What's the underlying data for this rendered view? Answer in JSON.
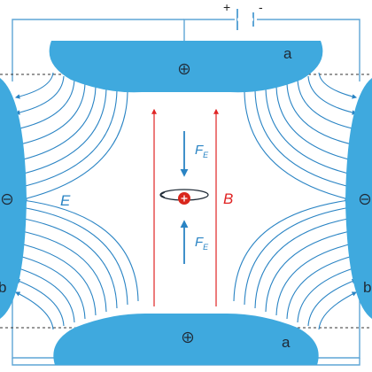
{
  "battery": {
    "positive": "+",
    "negative": "-"
  },
  "electrodes": {
    "top": {
      "label": "a",
      "charge": "+"
    },
    "bottom": {
      "label": "a",
      "charge": "+"
    },
    "left": {
      "label": "b",
      "charge": "-"
    },
    "right": {
      "label": "b",
      "charge": "-"
    }
  },
  "labels": {
    "electric_field": "E",
    "magnetic_field": "B",
    "force": "F",
    "force_subscript": "E"
  },
  "colors": {
    "electrode": "#3fa9de",
    "field_line": "#2a84c4",
    "magnetic": "#e02424",
    "particle": "#d9261c",
    "wire": "#5fa6d6"
  }
}
